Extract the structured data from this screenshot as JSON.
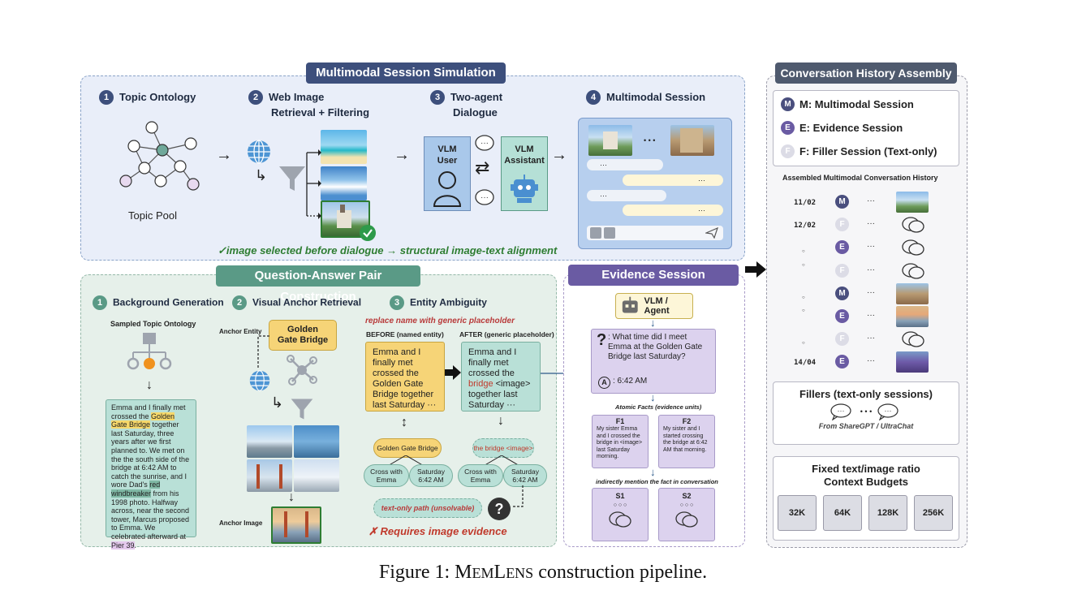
{
  "mss": {
    "title": "Multimodal Session Simulation",
    "steps": [
      {
        "num": "1",
        "label": "Topic Ontology"
      },
      {
        "num": "2",
        "label_line1": "Web Image",
        "label_line2": "Retrieval + Filtering"
      },
      {
        "num": "3",
        "label_line1": "Two-agent",
        "label_line2": "Dialogue"
      },
      {
        "num": "4",
        "label": "Multimodal Session"
      }
    ],
    "topic_pool": "Topic Pool",
    "vlm_user": "VLM\nUser",
    "vlm_user_l1": "VLM",
    "vlm_user_l2": "User",
    "vlm_assistant_l1": "VLM",
    "vlm_assistant_l2": "Assistant",
    "caption": "✓image selected before dialogue → structural image-text alignment",
    "ellipsis": "• • •",
    "dots": "···"
  },
  "qa": {
    "title": "Question-Answer Pair Construction",
    "steps": [
      {
        "num": "1",
        "label": "Background Generation"
      },
      {
        "num": "2",
        "label": "Visual Anchor Retrieval"
      },
      {
        "num": "3",
        "label": "Entity Ambiguity"
      }
    ],
    "sampled_ontology": "Sampled Topic Ontology",
    "story": {
      "p1": "Emma and I finally met crossed the ",
      "hl1": "Golden Gate Bridge",
      "p2": " together last Saturday, three years after we first planned to. We met on the the south side of the bridge at 6:42 AM to catch the sunrise, and I wore Dad's ",
      "hl2": "red windbreaker",
      "p3": " from his 1998 photo. Halfway across, near the second tower, Marcus proposed to Emma. We celebrated afterward at ",
      "hl3": "Pier 39",
      "p4": "."
    },
    "anchor_entity_label": "Anchor Entity",
    "anchor_entity_l1": "Golden",
    "anchor_entity_l2": "Gate Bridge",
    "anchor_image_label": "Anchor Image",
    "replace_note": "replace name with generic placeholder",
    "before_label": "BEFORE (named entity)",
    "after_label": "AFTER (generic placeholder)",
    "before_text": "Emma and I finally met crossed the Golden Gate Bridge together last Saturday ···",
    "after_p1": "Emma and I finally met crossed the ",
    "after_red": "bridge",
    "after_p2": " <image> together last Saturday ···",
    "node_ggb": "Golden Gate Bridge",
    "node_placeholder": "the bridge <image>",
    "cross_with_emma_l1": "Cross with",
    "cross_with_emma_l2": "Emma",
    "saturday_l1": "Saturday",
    "saturday_l2": "6:42 AM",
    "text_only_path": "text-only path (unsolvable)",
    "requires": "✗ Requires image evidence",
    "question_mark": "?"
  },
  "esc": {
    "title": "Evidence Session Construction",
    "agent": "VLM / Agent",
    "question": ": What time did I meet Emma at the Golden Gate Bridge last Saturday?",
    "answer": ": 6:42 AM",
    "atomic_facts": "Atomic Facts (evidence units)",
    "f1_title": "F1",
    "f1_text": "My sister Emma and I crossed the bridge in <image> last Saturday morning.",
    "f2_title": "F2",
    "f2_text": "My sister and I started crossing the bridge at 6:42 AM that morning.",
    "indirect": "indirectly mention the fact in conversation",
    "s1": "S1",
    "s2": "S2",
    "q_icon": "?",
    "a_icon": "A",
    "dots": "○ ○ ○"
  },
  "cha": {
    "title": "Conversation History Assembly",
    "legend": [
      {
        "letter": "M",
        "label": "M: Multimodal Session",
        "color": "#4a4f7e"
      },
      {
        "letter": "E",
        "label": "E: Evidence Session",
        "color": "#6a5ba3"
      },
      {
        "letter": "F",
        "label": "F: Filler Session (Text-only)",
        "color": "#dcdce6"
      }
    ],
    "assembled_title": "Assembled Multimodal Conversation History",
    "rows": [
      {
        "date": "11/02",
        "letter": "M",
        "thumb": "castle"
      },
      {
        "date": "12/02",
        "letter": "F",
        "thumb": "chat"
      },
      {
        "date": "",
        "letter": "E",
        "thumb": "chat"
      },
      {
        "date": "",
        "letter": "F",
        "thumb": "chat"
      },
      {
        "date": "",
        "letter": "M",
        "thumb": "castle2"
      },
      {
        "date": "",
        "letter": "E",
        "thumb": "bridge"
      },
      {
        "date": "",
        "letter": "F",
        "thumb": "chat"
      },
      {
        "date": "14/04",
        "letter": "E",
        "thumb": "lavender"
      }
    ],
    "row_dots": "···",
    "vdot": "○",
    "fillers_title": "Fillers (text-only sessions)",
    "fillers_source": "From ShareGPT / UltraChat",
    "fillers_ellipsis": "• • •",
    "ratio_l1": "Fixed text/image ratio",
    "ratio_l2": "Context Budgets",
    "budgets": [
      "32K",
      "64K",
      "128K",
      "256K"
    ]
  },
  "figure_caption": {
    "prefix": "Figure 1: ",
    "name_cap1": "M",
    "name_rest1": "EM",
    "name_cap2": "L",
    "name_rest2": "ENS",
    "suffix": " construction pipeline."
  }
}
